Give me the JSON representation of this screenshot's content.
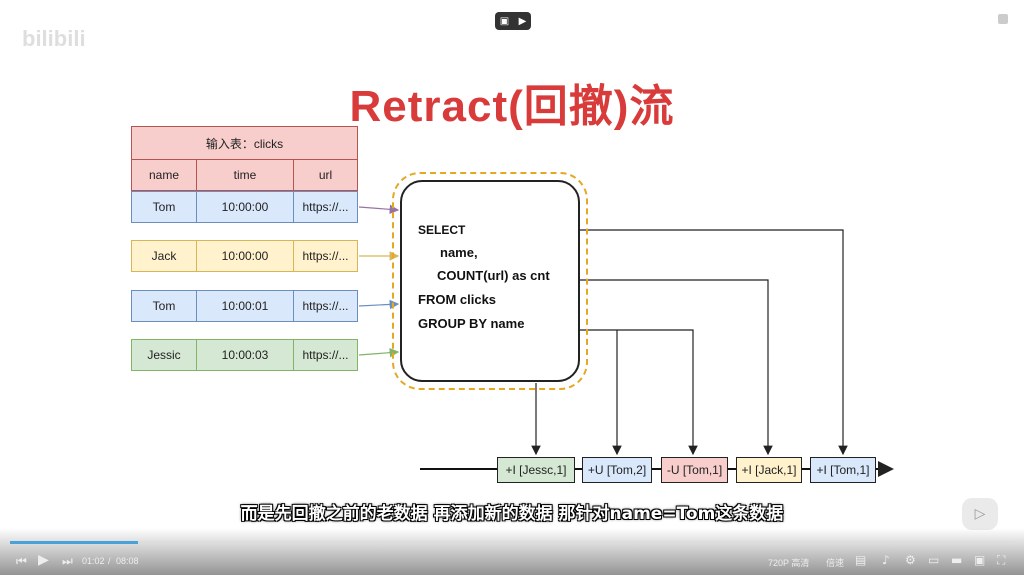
{
  "title": "Retract(回撤)流",
  "logo": "bilibili",
  "input_table": {
    "title": "输入表：clicks",
    "headers": [
      "name",
      "time",
      "url"
    ],
    "rows": [
      {
        "name": "Tom",
        "time": "10:00:00",
        "url": "https://...",
        "color": "#dae8fc"
      },
      {
        "name": "Jack",
        "time": "10:00:00",
        "url": "https://...",
        "color": "#fff2cc"
      },
      {
        "name": "Tom",
        "time": "10:00:01",
        "url": "https://...",
        "color": "#dae8fc"
      },
      {
        "name": "Jessic",
        "time": "10:00:03",
        "url": "https://...",
        "color": "#d5e8d4"
      }
    ]
  },
  "sql": {
    "select": "SELECT",
    "name": "name,",
    "count": "COUNT(url) as cnt",
    "from": "FROM clicks",
    "group": "GROUP BY name"
  },
  "outputs": [
    "+I [Jessc,1]",
    "+U [Tom,2]",
    "-U [Tom,1]",
    "+I [Jack,1]",
    "+I [Tom,1]"
  ],
  "subtitle": "而是先回撤之前的老数据 再添加新的数据 那针对name=Tom这条数据",
  "player": {
    "current_time": "01:02",
    "separator": "/",
    "total_time": "08:08",
    "quality": "720P 高清",
    "speed": "倍速",
    "progress_fraction": 0.127
  }
}
